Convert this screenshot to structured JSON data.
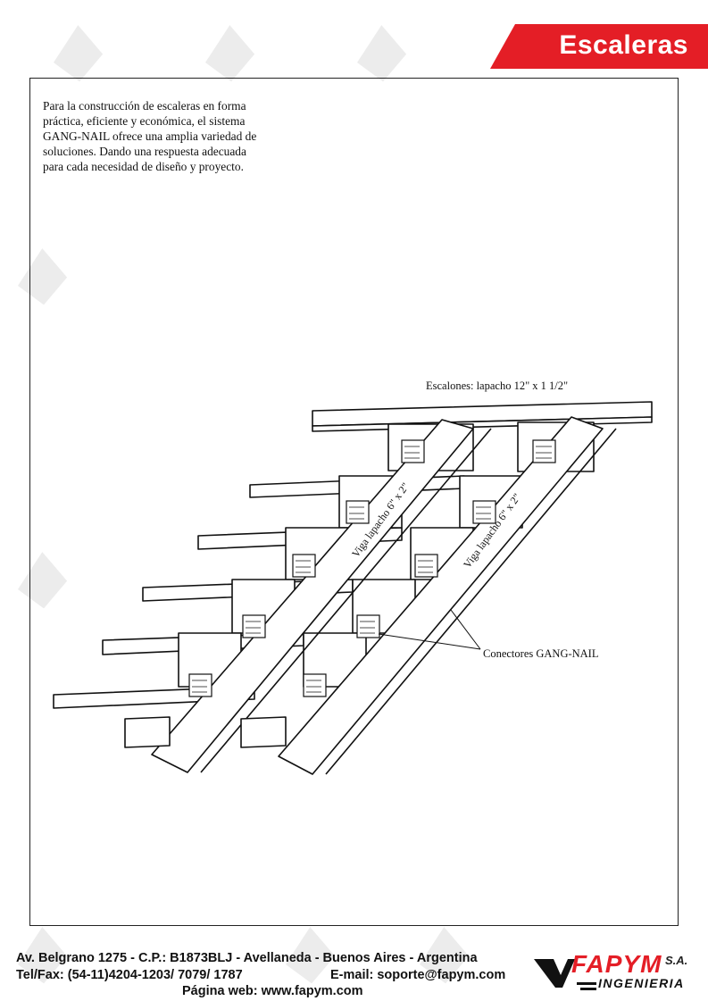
{
  "header": {
    "title": "Escaleras"
  },
  "intro": {
    "lines": [
      "Para la construcción de escaleras en forma",
      "práctica, eficiente y económica, el sistema",
      "GANG-NAIL ofrece una amplia variedad de",
      "soluciones. Dando una respuesta adecuada",
      "para cada necesidad de diseño y proyecto."
    ]
  },
  "diagram": {
    "label_escalones": "Escalones: lapacho 12\" x 1 1/2\"",
    "label_viga_left": "Viga lapacho 6\" x 2\"",
    "label_viga_right": "Viga lapacho 6\" x 2\"",
    "label_conectores": "Conectores GANG-NAIL"
  },
  "footer": {
    "address": "Av. Belgrano 1275 - C.P.: B1873BLJ - Avellaneda - Buenos Aires - Argentina",
    "phone": "Tel/Fax: (54-11)4204-1203/ 7079/ 1787",
    "email": "E-mail: soporte@fapym.com",
    "web": "Página web: www.fapym.com"
  },
  "logo": {
    "name": "FAPYM",
    "suffix": "S.A.",
    "sub": "INGENIERIA"
  },
  "colors": {
    "accent": "#e41e26",
    "watermark": "#e6e6e6"
  }
}
